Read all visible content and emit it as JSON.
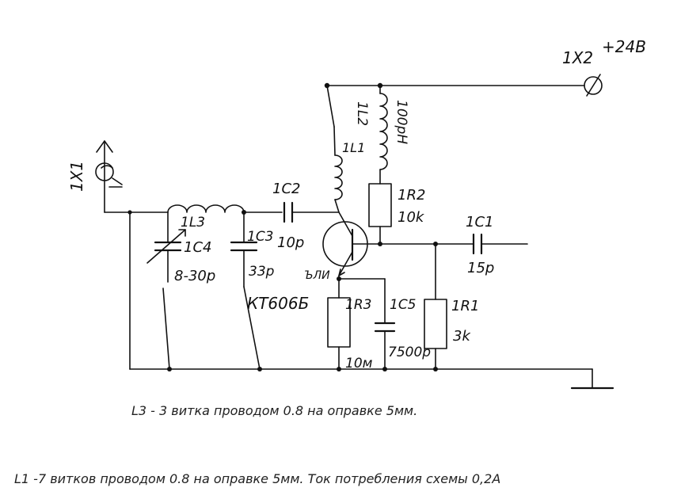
{
  "labels": {
    "x2_ref": "1X2",
    "x2_voltage": "+24В",
    "x1_ref": "1X1",
    "l2_ref": "1L2",
    "l2_value": "100рН",
    "l1_ref": "1L1",
    "c2_ref": "1C2",
    "c2_value": "10p",
    "r2_ref": "1R2",
    "r2_value": "10k",
    "c1_ref": "1C1",
    "c1_value": "15p",
    "l3_ref": "1L3",
    "c4_ref": "1C4",
    "c4_value": "8-30p",
    "c3_ref": "1C3",
    "c3_value": "33p",
    "transistor_pins": "ЪЛИ",
    "transistor_type": "КТ606Б",
    "r3_ref": "1R3",
    "r3_value": "10м",
    "c5_ref": "1C5",
    "c5_value": "7500p",
    "r1_ref": "1R1",
    "r1_value": "3k"
  },
  "notes": {
    "l3": "L3 - 3 витка проводом 0.8 на оправке 5мм.",
    "l1": "L1 -7 витков проводом 0.8 на оправке 5мм.  Ток потребления схемы 0,2А"
  }
}
